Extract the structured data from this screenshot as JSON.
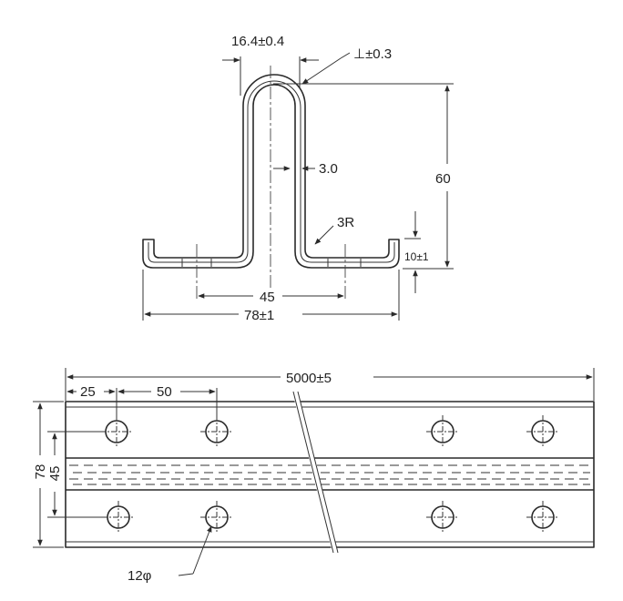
{
  "colors": {
    "line": "#2a2a2a",
    "background": "#ffffff"
  },
  "profile": {
    "dim_opening": "16.4±0.4",
    "dim_perpendicular": "⊥±0.3",
    "dim_thickness": "3.0",
    "dim_height": "60",
    "dim_radius": "3R",
    "dim_flange_height": "10±1",
    "dim_hole_spacing": "45",
    "dim_width": "78±1"
  },
  "plan": {
    "dim_length": "5000±5",
    "dim_first_hole": "25",
    "dim_hole_pitch": "50",
    "dim_width": "78",
    "dim_row_spacing": "45",
    "dim_hole_dia": "12φ"
  }
}
